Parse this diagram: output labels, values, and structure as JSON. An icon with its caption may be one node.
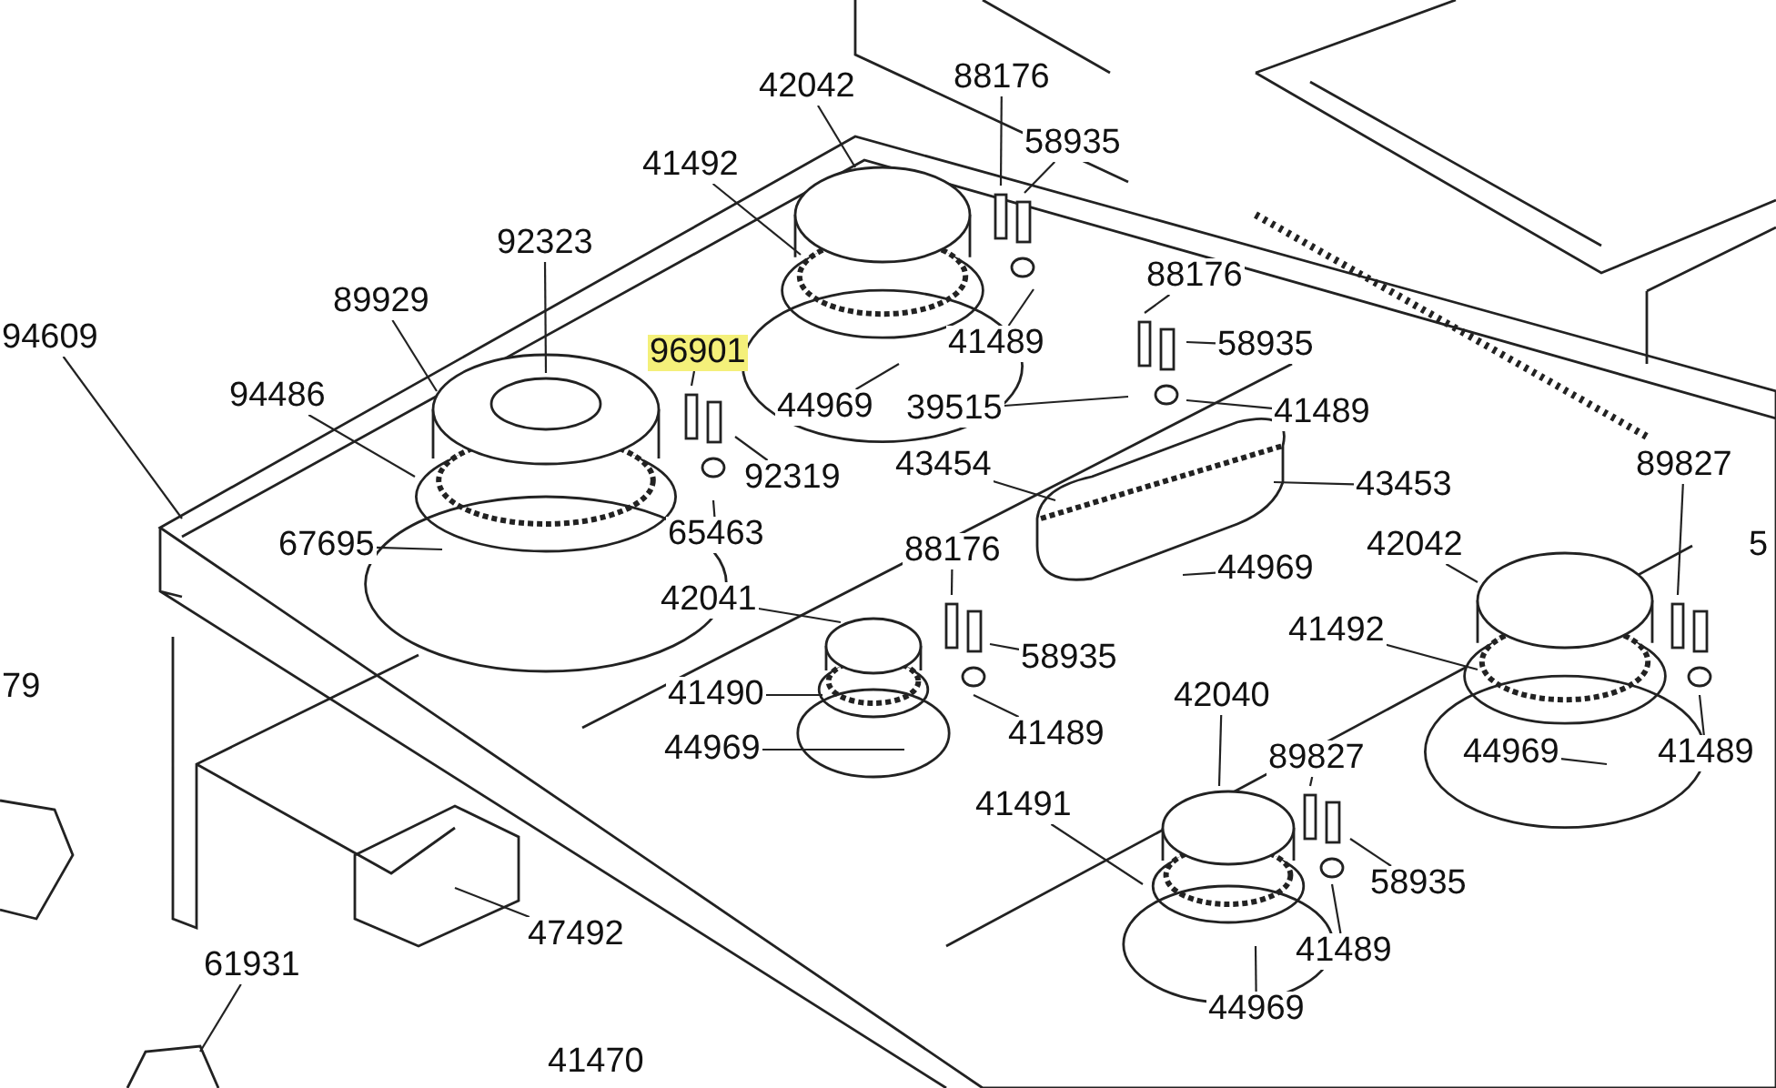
{
  "diagram": {
    "nodes": [
      {
        "text": [
          "42042"
        ]
      },
      {
        "text": [
          "41492"
        ]
      },
      {
        "text": [
          "88176"
        ]
      },
      {
        "text": [
          "58935"
        ]
      },
      {
        "text": [
          "92323"
        ]
      },
      {
        "text": [
          "89929"
        ]
      },
      {
        "text": [
          "94609"
        ]
      },
      {
        "text": [
          "96901"
        ]
      },
      {
        "text": [
          "41489"
        ]
      },
      {
        "text": [
          "88176"
        ]
      },
      {
        "text": [
          "58935"
        ]
      },
      {
        "text": [
          "41489"
        ]
      },
      {
        "text": [
          "44969"
        ]
      },
      {
        "text": [
          "39515"
        ]
      },
      {
        "text": [
          "94486"
        ]
      },
      {
        "text": [
          "92319"
        ]
      },
      {
        "text": [
          "43454"
        ]
      },
      {
        "text": [
          "89827"
        ]
      },
      {
        "text": [
          "43453"
        ]
      },
      {
        "text": [
          "67695"
        ]
      },
      {
        "text": [
          "65463"
        ]
      },
      {
        "text": [
          "42042"
        ]
      },
      {
        "text": [
          "88176"
        ]
      },
      {
        "text": [
          "44969"
        ]
      },
      {
        "text": [
          "42041"
        ]
      },
      {
        "text": [
          "58935"
        ]
      },
      {
        "text": [
          "41492"
        ]
      },
      {
        "text": [
          "41490"
        ]
      },
      {
        "text": [
          "42040"
        ]
      },
      {
        "text": [
          "44969"
        ]
      },
      {
        "text": [
          "41489"
        ]
      },
      {
        "text": [
          "89827"
        ]
      },
      {
        "text": [
          "44969"
        ]
      },
      {
        "text": [
          "41489"
        ]
      },
      {
        "text": [
          "41491"
        ]
      },
      {
        "text": [
          "58935"
        ]
      },
      {
        "text": [
          "41489"
        ]
      },
      {
        "text": [
          "47492"
        ]
      },
      {
        "text": [
          "44969"
        ]
      },
      {
        "text": [
          "61931"
        ]
      }
    ],
    "edges": [
      {
        "from": 0,
        "to": null,
        "arrow": "none"
      },
      {
        "from": 1,
        "to": null,
        "arrow": "none"
      },
      {
        "from": 2,
        "to": null,
        "arrow": "none"
      },
      {
        "from": 3,
        "to": null,
        "arrow": "none"
      },
      {
        "from": 4,
        "to": null,
        "arrow": "none"
      },
      {
        "from": 5,
        "to": null,
        "arrow": "none"
      },
      {
        "from": 6,
        "to": null,
        "arrow": "none"
      },
      {
        "from": 7,
        "to": null,
        "arrow": "none"
      },
      {
        "from": 8,
        "to": null,
        "arrow": "none"
      },
      {
        "from": 9,
        "to": null,
        "arrow": "none"
      },
      {
        "from": 10,
        "to": null,
        "arrow": "none"
      },
      {
        "from": 11,
        "to": null,
        "arrow": "none"
      },
      {
        "from": 12,
        "to": null,
        "arrow": "none"
      },
      {
        "from": 13,
        "to": null,
        "arrow": "none"
      },
      {
        "from": 14,
        "to": null,
        "arrow": "none"
      },
      {
        "from": 15,
        "to": null,
        "arrow": "none"
      },
      {
        "from": 16,
        "to": null,
        "arrow": "none"
      },
      {
        "from": 17,
        "to": null,
        "arrow": "none"
      },
      {
        "from": 18,
        "to": null,
        "arrow": "none"
      },
      {
        "from": 19,
        "to": null,
        "arrow": "none"
      },
      {
        "from": 20,
        "to": null,
        "arrow": "none"
      },
      {
        "from": 21,
        "to": null,
        "arrow": "none"
      },
      {
        "from": 22,
        "to": null,
        "arrow": "none"
      },
      {
        "from": 23,
        "to": null,
        "arrow": "none"
      },
      {
        "from": 24,
        "to": null,
        "arrow": "none"
      },
      {
        "from": 25,
        "to": null,
        "arrow": "none"
      },
      {
        "from": 26,
        "to": null,
        "arrow": "none"
      },
      {
        "from": 27,
        "to": null,
        "arrow": "none"
      },
      {
        "from": 28,
        "to": null,
        "arrow": "none"
      },
      {
        "from": 29,
        "to": null,
        "arrow": "none"
      },
      {
        "from": 30,
        "to": null,
        "arrow": "none"
      },
      {
        "from": 31,
        "to": null,
        "arrow": "none"
      },
      {
        "from": 32,
        "to": null,
        "arrow": "none"
      },
      {
        "from": 33,
        "to": null,
        "arrow": "none"
      },
      {
        "from": 34,
        "to": null,
        "arrow": "none"
      },
      {
        "from": 35,
        "to": null,
        "arrow": "none"
      },
      {
        "from": 36,
        "to": null,
        "arrow": "none"
      },
      {
        "from": 37,
        "to": null,
        "arrow": "none"
      },
      {
        "from": 38,
        "to": null,
        "arrow": "none"
      },
      {
        "from": 39,
        "to": null,
        "arrow": "none"
      }
    ],
    "labels": [
      "79",
      "5",
      "41470"
    ]
  }
}
